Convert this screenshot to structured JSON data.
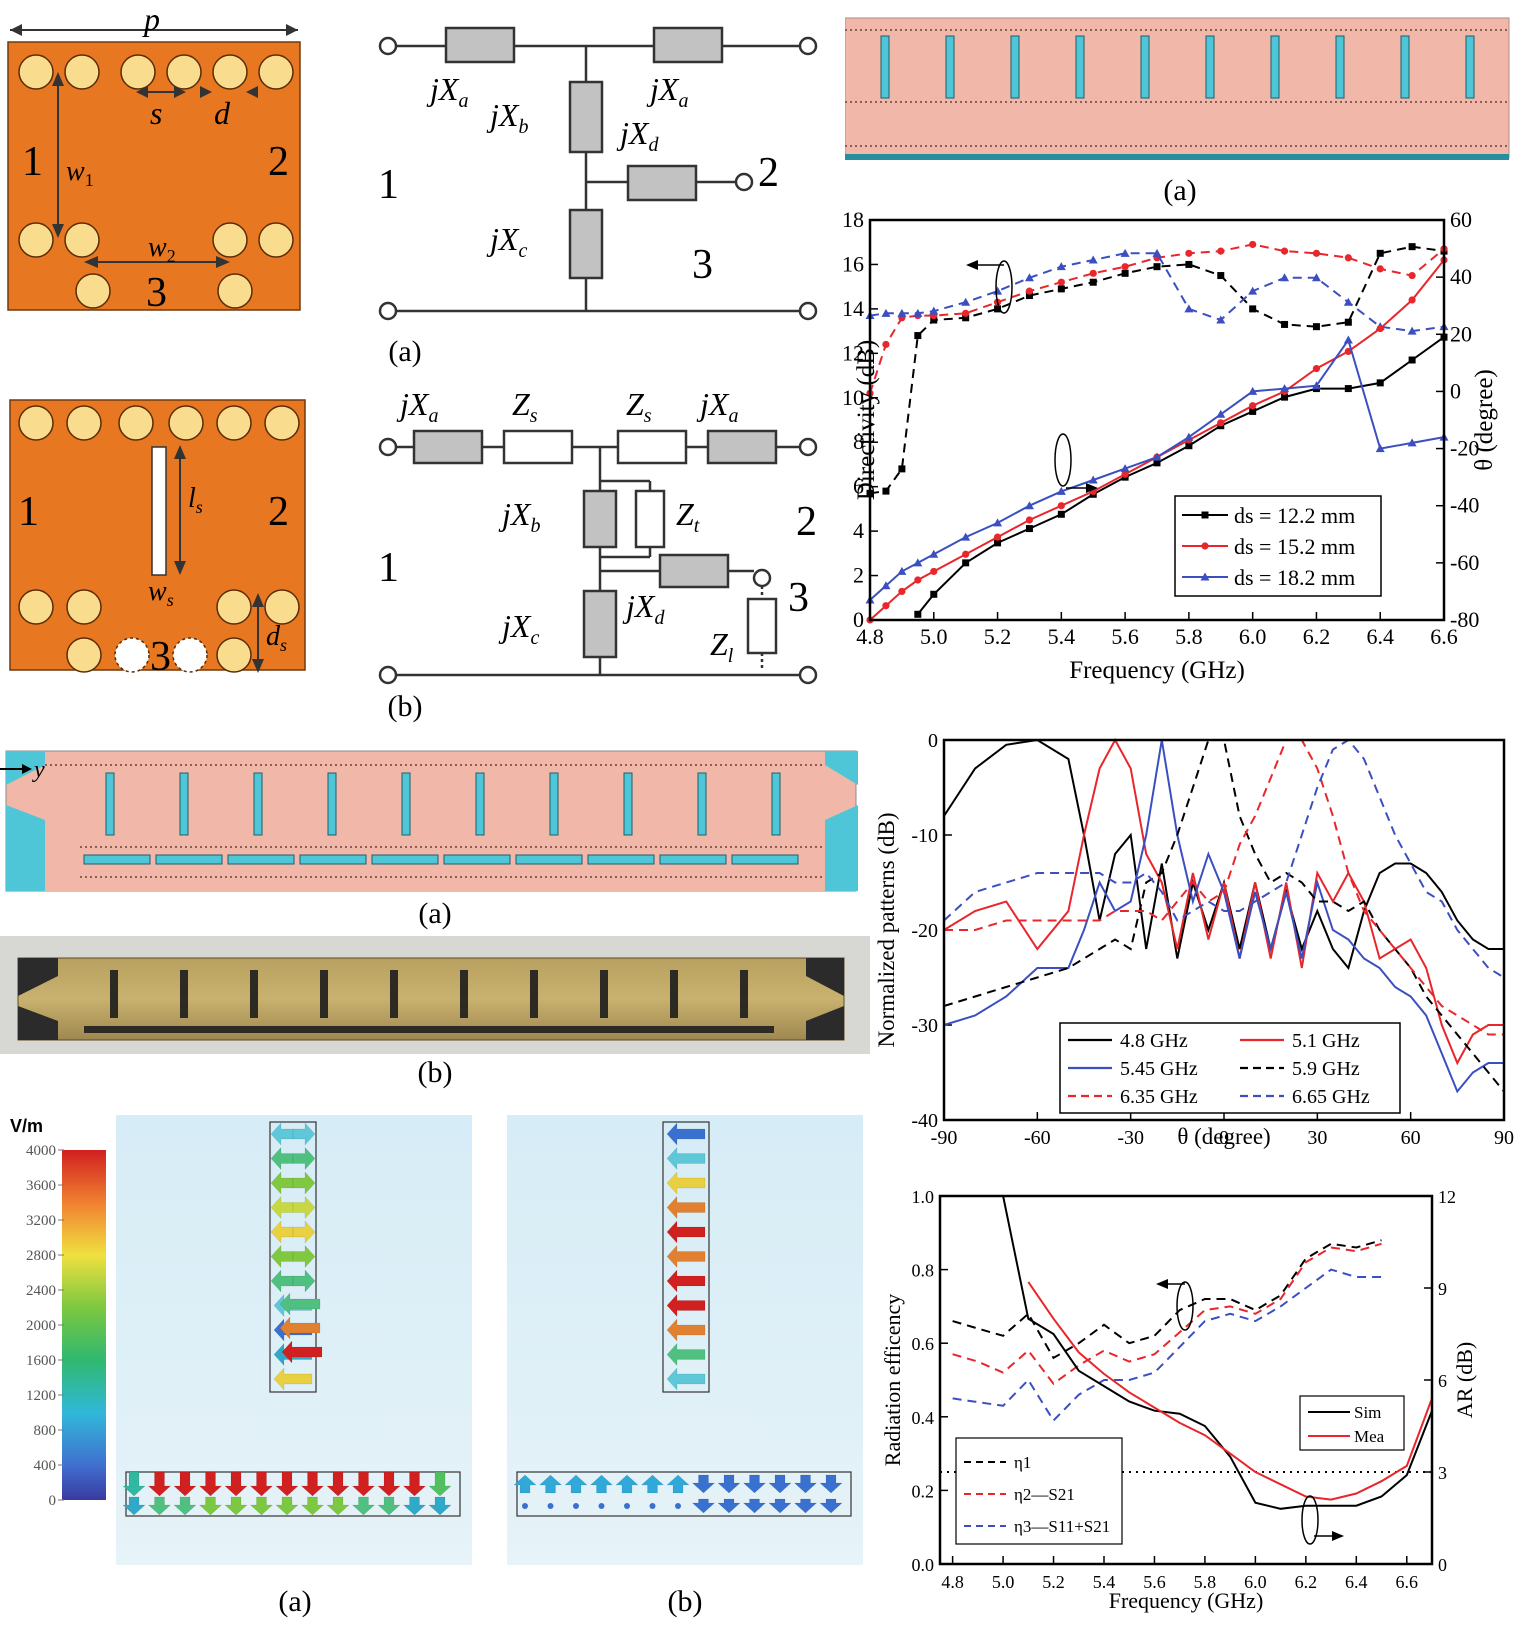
{
  "unitcell": {
    "labels": {
      "p": "p",
      "s": "s",
      "d": "d",
      "w1": "w",
      "w1_sub": "1",
      "w2": "w",
      "w2_sub": "2",
      "port1": "1",
      "port2": "2",
      "port3": "3"
    },
    "slot_labels": {
      "ls": "l",
      "ls_sub": "s",
      "ws": "w",
      "ws_sub": "s",
      "ds": "d",
      "ds_sub": "s",
      "port1": "1",
      "port2": "2",
      "port3": "3"
    }
  },
  "circuit_a": {
    "caption": "(a)",
    "xa1": "jX",
    "xa1_sub": "a",
    "xa2": "jX",
    "xa2_sub": "a",
    "xb": "jX",
    "xb_sub": "b",
    "xc": "jX",
    "xc_sub": "c",
    "xd": "jX",
    "xd_sub": "d",
    "port1": "1",
    "port2": "2",
    "port3": "3"
  },
  "circuit_b": {
    "caption": "(b)",
    "xa1": "jX",
    "xa1_sub": "a",
    "zs1": "Z",
    "zs1_sub": "s",
    "zs2": "Z",
    "zs2_sub": "s",
    "xa2": "jX",
    "xa2_sub": "a",
    "xb": "jX",
    "xb_sub": "b",
    "zt": "Z",
    "zt_sub": "t",
    "xc": "jX",
    "xc_sub": "c",
    "xd": "jX",
    "xd_sub": "d",
    "zl": "Z",
    "zl_sub": "l",
    "port1": "1",
    "port2": "2",
    "port3": "3"
  },
  "top_right_layout": {
    "caption": "(a)"
  },
  "middle_layout": {
    "caption": "(a)",
    "axis_y": "y"
  },
  "photo": {
    "caption": "(b)"
  },
  "efield": {
    "unit": "V/m",
    "scale_ticks": [
      "4000",
      "3600",
      "3200",
      "2800",
      "2400",
      "2000",
      "1600",
      "1200",
      "800",
      "400",
      "0"
    ],
    "caption_a": "(a)",
    "caption_b": "(b)"
  },
  "colors": {
    "substrate": "#e87722",
    "via": "#f9dc8e",
    "sim_bg": "#f1b7a9",
    "slot": "#4fc6d8",
    "black": "#000000",
    "red": "#e8262b",
    "blue": "#3b4fc0"
  },
  "chart_data": [
    {
      "type": "line",
      "xlabel": "Frequency (GHz)",
      "ylabel": "Directivity (dB)",
      "y2label": "θ (degree)",
      "xlim": [
        4.8,
        6.6
      ],
      "ylim": [
        0,
        18
      ],
      "y2lim": [
        -80,
        60
      ],
      "xticks": [
        "4.8",
        "5.0",
        "5.2",
        "5.4",
        "5.6",
        "5.8",
        "6.0",
        "6.2",
        "6.4",
        "6.6"
      ],
      "yticks": [
        "0",
        "2",
        "4",
        "6",
        "8",
        "10",
        "12",
        "14",
        "16",
        "18"
      ],
      "y2ticks": [
        "-80",
        "-60",
        "-40",
        "-20",
        "0",
        "20",
        "40",
        "60"
      ],
      "legend": "bottom-right",
      "x": [
        4.8,
        4.85,
        4.9,
        4.95,
        5.0,
        5.1,
        5.2,
        5.3,
        5.4,
        5.5,
        5.6,
        5.7,
        5.8,
        5.9,
        6.0,
        6.1,
        6.2,
        6.3,
        6.4,
        6.5,
        6.6
      ],
      "series": [
        {
          "name": "ds = 12.2 mm",
          "axis": "left",
          "style": "dashed",
          "color": "#000000",
          "marker": "square",
          "values": [
            5.7,
            5.8,
            6.8,
            12.8,
            13.5,
            13.6,
            14.0,
            14.6,
            14.9,
            15.2,
            15.6,
            15.9,
            16.0,
            15.5,
            14.0,
            13.3,
            13.2,
            13.4,
            16.5,
            16.8,
            16.6
          ]
        },
        {
          "name": "ds = 15.2 mm",
          "axis": "left",
          "style": "dashed",
          "color": "#e8262b",
          "marker": "circle",
          "values": [
            10.2,
            12.4,
            13.6,
            13.7,
            13.7,
            13.8,
            14.3,
            14.8,
            15.2,
            15.6,
            15.9,
            16.3,
            16.5,
            16.6,
            16.9,
            16.6,
            16.5,
            16.3,
            15.8,
            15.5,
            16.7
          ]
        },
        {
          "name": "ds = 18.2 mm",
          "axis": "left",
          "style": "dashed",
          "color": "#3b4fc0",
          "marker": "triangle",
          "values": [
            13.7,
            13.8,
            13.8,
            13.8,
            13.9,
            14.3,
            14.8,
            15.4,
            15.9,
            16.2,
            16.5,
            16.5,
            14.0,
            13.5,
            14.8,
            15.4,
            15.4,
            14.3,
            13.2,
            13.0,
            13.2
          ]
        },
        {
          "name": "ds = 12.2 mm",
          "axis": "right",
          "style": "solid",
          "color": "#000000",
          "marker": "square",
          "values": [
            null,
            null,
            null,
            -78,
            -71,
            -60,
            -53,
            -48,
            -43,
            -36,
            -30,
            -25,
            -19,
            -12,
            -7,
            -2,
            1,
            1,
            3,
            11,
            19
          ]
        },
        {
          "name": "ds = 15.2 mm",
          "axis": "right",
          "style": "solid",
          "color": "#e8262b",
          "marker": "circle",
          "values": [
            -80,
            -75,
            -70,
            -66,
            -63,
            -57,
            -51,
            -45,
            -40,
            -35,
            -29,
            -23,
            -17,
            -11,
            -5,
            0,
            8,
            14,
            22,
            32,
            46
          ]
        },
        {
          "name": "ds = 18.2 mm",
          "axis": "right",
          "style": "solid",
          "color": "#3b4fc0",
          "marker": "triangle",
          "values": [
            -73,
            -68,
            -63,
            -60,
            -57,
            -51,
            -46,
            -40,
            -35,
            -31,
            -27,
            -23,
            -16,
            -8,
            0,
            1,
            2,
            18,
            -20,
            -18,
            -16
          ]
        }
      ]
    },
    {
      "type": "line",
      "xlabel": "θ (degree)",
      "ylabel": "Normalized patterns (dB)",
      "xlim": [
        -90,
        90
      ],
      "ylim": [
        -40,
        0
      ],
      "xticks": [
        "-90",
        "-60",
        "-30",
        "0",
        "30",
        "60",
        "90"
      ],
      "yticks": [
        "-40",
        "-30",
        "-20",
        "-10",
        "0"
      ],
      "legend": "bottom-center",
      "x": [
        -90,
        -80,
        -70,
        -60,
        -50,
        -45,
        -40,
        -35,
        -30,
        -25,
        -20,
        -15,
        -10,
        -5,
        0,
        5,
        10,
        15,
        20,
        25,
        30,
        35,
        40,
        45,
        50,
        55,
        60,
        65,
        70,
        75,
        80,
        85,
        90
      ],
      "series": [
        {
          "name": "4.8 GHz",
          "style": "solid",
          "color": "#000000",
          "values": [
            -8,
            -3,
            -0.5,
            0,
            -2,
            -10,
            -19,
            -12,
            -10,
            -22,
            -13,
            -23,
            -15,
            -20,
            -15,
            -22,
            -15,
            -22,
            -16,
            -22,
            -18,
            -22,
            -24,
            -18,
            -14,
            -13,
            -13,
            -14,
            -16,
            -19,
            -21,
            -22,
            -22
          ]
        },
        {
          "name": "5.1 GHz",
          "style": "solid",
          "color": "#e8262b",
          "values": [
            -20,
            -18,
            -17,
            -22,
            -18,
            -10,
            -3,
            0,
            -3,
            -12,
            -15,
            -22,
            -14,
            -21,
            -15,
            -23,
            -15,
            -23,
            -15,
            -24,
            -14,
            -17,
            -14,
            -17,
            -23,
            -22,
            -21,
            -24,
            -30,
            -34,
            -31,
            -30,
            -30
          ]
        },
        {
          "name": "5.45 GHz",
          "style": "solid",
          "color": "#3b4fc0",
          "values": [
            -30,
            -29,
            -27,
            -24,
            -24,
            -20,
            -15,
            -18,
            -17,
            -10,
            0,
            -10,
            -17,
            -12,
            -16,
            -23,
            -16,
            -22,
            -16,
            -23,
            -15,
            -20,
            -21,
            -23,
            -24,
            -26,
            -27,
            -29,
            -33,
            -37,
            -35,
            -34,
            -34
          ]
        },
        {
          "name": "5.9 GHz",
          "style": "dashed",
          "color": "#000000",
          "values": [
            -28,
            -27,
            -26,
            -25,
            -24,
            -23,
            -22,
            -21,
            -22,
            -15,
            -14,
            -10,
            -5,
            0,
            0,
            -8,
            -12,
            -15,
            -14,
            -15,
            -17,
            -17,
            -18,
            -17,
            -20,
            -22,
            -24,
            -27,
            -29,
            -31,
            -33,
            -35,
            -37
          ]
        },
        {
          "name": "6.35 GHz",
          "style": "dashed",
          "color": "#e8262b",
          "values": [
            -20,
            -20,
            -19,
            -19,
            -19,
            -19,
            -19,
            -18,
            -18,
            -18,
            -19,
            -17,
            -15,
            -17,
            -16,
            -11,
            -8,
            -4,
            0,
            0,
            -3,
            -8,
            -14,
            -18,
            -20,
            -22,
            -24,
            -26,
            -28,
            -29,
            -30,
            -31,
            -31
          ]
        },
        {
          "name": "6.65 GHz",
          "style": "dashed",
          "color": "#3b4fc0",
          "values": [
            -19,
            -16,
            -15,
            -14,
            -14,
            -14,
            -14,
            -15,
            -15,
            -14,
            -16,
            -19,
            -18,
            -17,
            -18,
            -18,
            -17,
            -16,
            -15,
            -10,
            -5,
            -1,
            0,
            -2,
            -6,
            -10,
            -13,
            -16,
            -17,
            -20,
            -22,
            -24,
            -25
          ]
        }
      ]
    },
    {
      "type": "line",
      "xlabel": "Frequency (GHz)",
      "ylabel": "Radiation efficency",
      "y2label": "AR (dB)",
      "xlim": [
        4.75,
        6.7
      ],
      "ylim": [
        0,
        1.0
      ],
      "y2lim": [
        0,
        12
      ],
      "xticks": [
        "4.8",
        "5.0",
        "5.2",
        "5.4",
        "5.6",
        "5.8",
        "6.0",
        "6.2",
        "6.4",
        "6.6"
      ],
      "yticks": [
        "0.0",
        "0.2",
        "0.4",
        "0.6",
        "0.8",
        "1.0"
      ],
      "y2ticks": [
        "0",
        "3",
        "6",
        "9",
        "12"
      ],
      "legend": "bottom-left",
      "x": [
        4.8,
        4.9,
        5.0,
        5.1,
        5.2,
        5.3,
        5.4,
        5.5,
        5.6,
        5.7,
        5.8,
        5.9,
        6.0,
        6.1,
        6.2,
        6.3,
        6.4,
        6.5,
        6.6,
        6.7
      ],
      "series": [
        {
          "name": "η1",
          "axis": "left",
          "style": "dashed",
          "color": "#000000",
          "values": [
            0.66,
            0.64,
            0.62,
            0.68,
            0.56,
            0.6,
            0.65,
            0.6,
            0.62,
            0.69,
            0.72,
            0.72,
            0.69,
            0.73,
            0.83,
            0.87,
            0.86,
            0.88,
            null,
            null
          ]
        },
        {
          "name": "η2—S21",
          "axis": "left",
          "style": "dashed",
          "color": "#e8262b",
          "values": [
            0.57,
            0.55,
            0.52,
            0.58,
            0.49,
            0.54,
            0.58,
            0.55,
            0.57,
            0.63,
            0.69,
            0.7,
            0.68,
            0.72,
            0.82,
            0.86,
            0.85,
            0.87,
            null,
            null
          ]
        },
        {
          "name": "η3—S11+S21",
          "axis": "left",
          "style": "dashed",
          "color": "#3b4fc0",
          "values": [
            0.45,
            0.44,
            0.43,
            0.5,
            0.39,
            0.46,
            0.5,
            0.5,
            0.52,
            0.59,
            0.66,
            0.68,
            0.66,
            0.7,
            0.75,
            0.8,
            0.78,
            0.78,
            null,
            null
          ]
        },
        {
          "name": "Sim",
          "axis": "right",
          "style": "solid",
          "color": "#000000",
          "values": [
            null,
            null,
            12,
            8,
            7.5,
            6.3,
            5.8,
            5.3,
            5.0,
            4.9,
            4.5,
            3.5,
            2,
            1.8,
            1.9,
            1.9,
            1.9,
            2.2,
            2.9,
            5
          ]
        },
        {
          "name": "Mea",
          "axis": "right",
          "style": "solid",
          "color": "#e8262b",
          "values": [
            null,
            null,
            null,
            9.2,
            8,
            6.9,
            6.2,
            5.6,
            5.1,
            4.6,
            4.2,
            3.6,
            3,
            2.6,
            2.2,
            2.1,
            2.3,
            2.7,
            3.2,
            5.4
          ]
        }
      ],
      "reference_line": {
        "axis": "right",
        "value": 3
      }
    }
  ]
}
